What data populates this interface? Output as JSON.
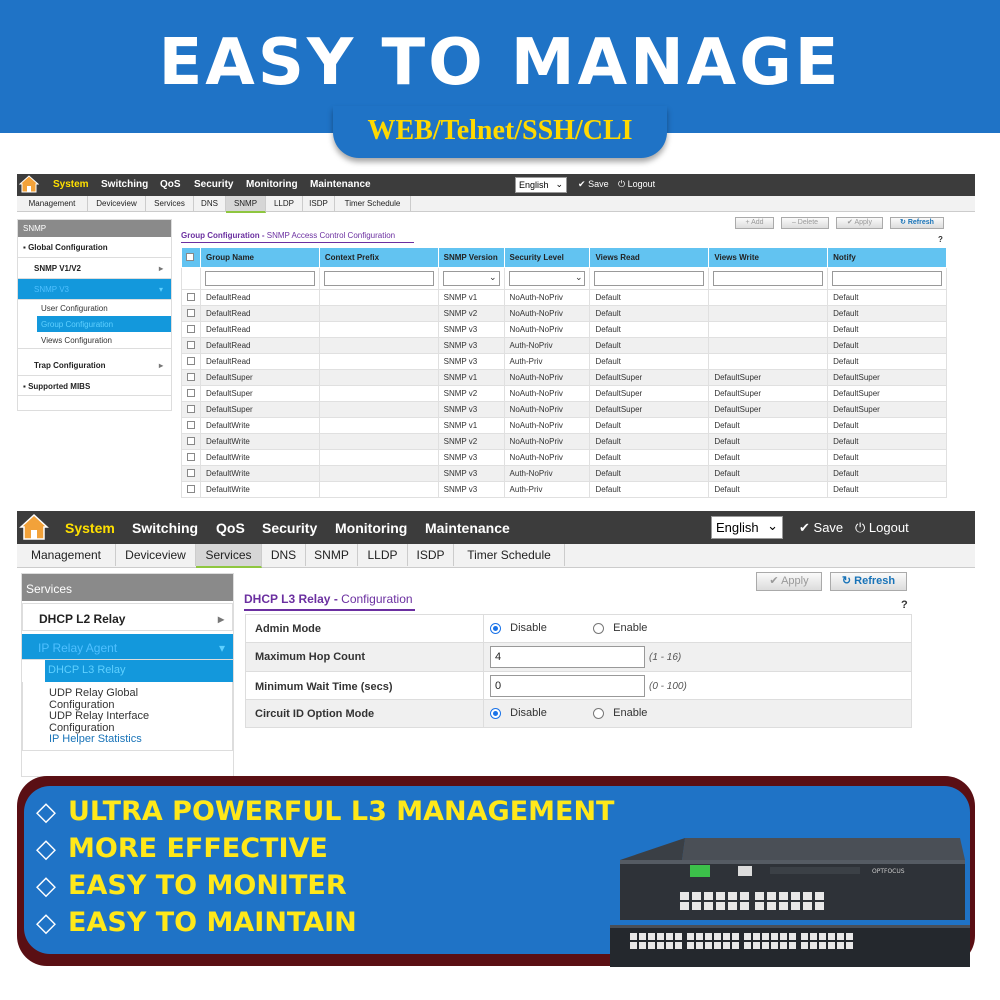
{
  "banner": {
    "title": "EASY TO MANAGE",
    "subtitle": "WEB/Telnet/SSH/CLI"
  },
  "win1": {
    "menu": [
      "System",
      "Switching",
      "QoS",
      "Security",
      "Monitoring",
      "Maintenance"
    ],
    "active_menu": "System",
    "language": "English",
    "save": "Save",
    "logout": "Logout",
    "tabs": [
      "Management",
      "Deviceview",
      "Services",
      "DNS",
      "SNMP",
      "LLDP",
      "ISDP",
      "Timer Schedule"
    ],
    "active_tab": "SNMP",
    "sidebar": {
      "header": "SNMP",
      "items": [
        "Global Configuration",
        "SNMP V1/V2",
        "SNMP V3",
        "Trap Configuration",
        "Supported MIBS"
      ],
      "subitems": [
        "User Configuration",
        "Group Configuration",
        "Views Configuration"
      ]
    },
    "buttons": {
      "add": "Add",
      "delete": "Delete",
      "apply": "Apply",
      "refresh": "Refresh",
      "help": "?"
    },
    "panel_title": "Group Configuration",
    "panel_subtitle": "SNMP Access Control Configuration",
    "columns": [
      "Group Name",
      "Context Prefix",
      "SNMP Version",
      "Security Level",
      "Views Read",
      "Views Write",
      "Notify"
    ],
    "rows": [
      [
        "DefaultRead",
        "",
        "SNMP v1",
        "NoAuth-NoPriv",
        "Default",
        "",
        "Default"
      ],
      [
        "DefaultRead",
        "",
        "SNMP v2",
        "NoAuth-NoPriv",
        "Default",
        "",
        "Default"
      ],
      [
        "DefaultRead",
        "",
        "SNMP v3",
        "NoAuth-NoPriv",
        "Default",
        "",
        "Default"
      ],
      [
        "DefaultRead",
        "",
        "SNMP v3",
        "Auth-NoPriv",
        "Default",
        "",
        "Default"
      ],
      [
        "DefaultRead",
        "",
        "SNMP v3",
        "Auth-Priv",
        "Default",
        "",
        "Default"
      ],
      [
        "DefaultSuper",
        "",
        "SNMP v1",
        "NoAuth-NoPriv",
        "DefaultSuper",
        "DefaultSuper",
        "DefaultSuper"
      ],
      [
        "DefaultSuper",
        "",
        "SNMP v2",
        "NoAuth-NoPriv",
        "DefaultSuper",
        "DefaultSuper",
        "DefaultSuper"
      ],
      [
        "DefaultSuper",
        "",
        "SNMP v3",
        "NoAuth-NoPriv",
        "DefaultSuper",
        "DefaultSuper",
        "DefaultSuper"
      ],
      [
        "DefaultWrite",
        "",
        "SNMP v1",
        "NoAuth-NoPriv",
        "Default",
        "Default",
        "Default"
      ],
      [
        "DefaultWrite",
        "",
        "SNMP v2",
        "NoAuth-NoPriv",
        "Default",
        "Default",
        "Default"
      ],
      [
        "DefaultWrite",
        "",
        "SNMP v3",
        "NoAuth-NoPriv",
        "Default",
        "Default",
        "Default"
      ],
      [
        "DefaultWrite",
        "",
        "SNMP v3",
        "Auth-NoPriv",
        "Default",
        "Default",
        "Default"
      ],
      [
        "DefaultWrite",
        "",
        "SNMP v3",
        "Auth-Priv",
        "Default",
        "Default",
        "Default"
      ]
    ]
  },
  "win2": {
    "menu": [
      "System",
      "Switching",
      "QoS",
      "Security",
      "Monitoring",
      "Maintenance"
    ],
    "active_menu": "System",
    "language": "English",
    "save": "Save",
    "logout": "Logout",
    "tabs": [
      "Management",
      "Deviceview",
      "Services",
      "DNS",
      "SNMP",
      "LLDP",
      "ISDP",
      "Timer Schedule"
    ],
    "active_tab": "Services",
    "sidebar": {
      "header": "Services",
      "items": [
        "DHCP L2 Relay",
        "IP Relay Agent"
      ],
      "subitems": [
        "DHCP L3 Relay",
        "UDP Relay Global Configuration",
        "UDP Relay Interface Configuration",
        "IP Helper Statistics"
      ]
    },
    "buttons": {
      "apply": "Apply",
      "refresh": "Refresh",
      "help": "?"
    },
    "panel_title": "DHCP L3 Relay",
    "panel_subtitle": "Configuration",
    "form": {
      "admin_mode": {
        "label": "Admin Mode",
        "opt1": "Disable",
        "opt2": "Enable",
        "selected": "Disable"
      },
      "max_hop": {
        "label": "Maximum Hop Count",
        "value": "4",
        "range": "(1 - 16)"
      },
      "min_wait": {
        "label": "Minimum Wait Time (secs)",
        "value": "0",
        "range": "(0 - 100)"
      },
      "circuit_id": {
        "label": "Circuit ID Option Mode",
        "opt1": "Disable",
        "opt2": "Enable",
        "selected": "Disable"
      }
    }
  },
  "features": [
    "ULTRA POWERFUL L3 MANAGEMENT",
    "MORE EFFECTIVE",
    "EASY TO MONITER",
    "EASY TO MAINTAIN"
  ],
  "device": {
    "brand": "OPTFOCUS"
  },
  "colors": {
    "banner": "#1f73c6",
    "accent_yellow": "#ffe000",
    "table_header": "#62c3f1",
    "sidebar_active": "#1398dc"
  }
}
